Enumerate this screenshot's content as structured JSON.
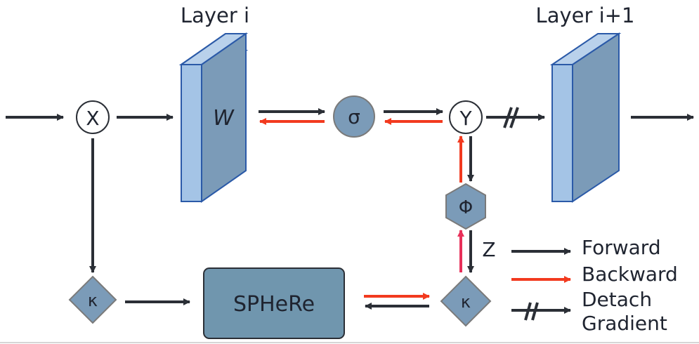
{
  "title": "Layer-wise regularization diagram with SPHeRe",
  "colors": {
    "forward": "#2b2f36",
    "backward": "#f23a1f",
    "backward_alt": "#e8305a",
    "node_fill": "#7b9bb8",
    "node_stroke": "#7a7a7a",
    "layer_front": "#a4c4e6",
    "layer_side": "#7b9bb8",
    "layer_stroke": "#2b5aa8",
    "sphere_fill": "#7096ae",
    "sphere_stroke": "#2b2f36"
  },
  "layers": [
    {
      "id": "layer-i",
      "label": "Layer i",
      "inner_label": "W"
    },
    {
      "id": "layer-i-plus-1",
      "label": "Layer i+1",
      "inner_label": ""
    }
  ],
  "nodes": {
    "x": "X",
    "sigma": "σ",
    "y": "Y",
    "phi": "Φ",
    "kappa_left": "κ",
    "kappa_right": "κ",
    "sphere": "SPHeRe",
    "z_label": "Z"
  },
  "edges": [
    {
      "from": "input",
      "to": "X",
      "type": "forward"
    },
    {
      "from": "X",
      "to": "Layer i",
      "type": "forward"
    },
    {
      "from": "Layer i",
      "to": "σ",
      "type": "forward"
    },
    {
      "from": "σ",
      "to": "Layer i",
      "type": "backward"
    },
    {
      "from": "σ",
      "to": "Y",
      "type": "forward"
    },
    {
      "from": "Y",
      "to": "σ",
      "type": "backward"
    },
    {
      "from": "Y",
      "to": "Layer i+1",
      "type": "detach"
    },
    {
      "from": "Layer i+1",
      "to": "output",
      "type": "forward"
    },
    {
      "from": "X",
      "to": "κ (left)",
      "type": "forward"
    },
    {
      "from": "κ (left)",
      "to": "SPHeRe",
      "type": "forward"
    },
    {
      "from": "SPHeRe",
      "to": "κ (right)",
      "type": "backward"
    },
    {
      "from": "κ (right)",
      "to": "SPHeRe",
      "type": "forward"
    },
    {
      "from": "Y",
      "to": "Φ",
      "type": "forward"
    },
    {
      "from": "Φ",
      "to": "Y",
      "type": "backward"
    },
    {
      "from": "Φ",
      "to": "κ (right)",
      "type": "forward",
      "label": "Z"
    },
    {
      "from": "κ (right)",
      "to": "Φ",
      "type": "backward"
    }
  ],
  "legend": [
    {
      "type": "forward",
      "label": "Forward"
    },
    {
      "type": "backward",
      "label": "Backward"
    },
    {
      "type": "detach",
      "label_lines": [
        "Detach",
        "Gradient"
      ]
    }
  ]
}
